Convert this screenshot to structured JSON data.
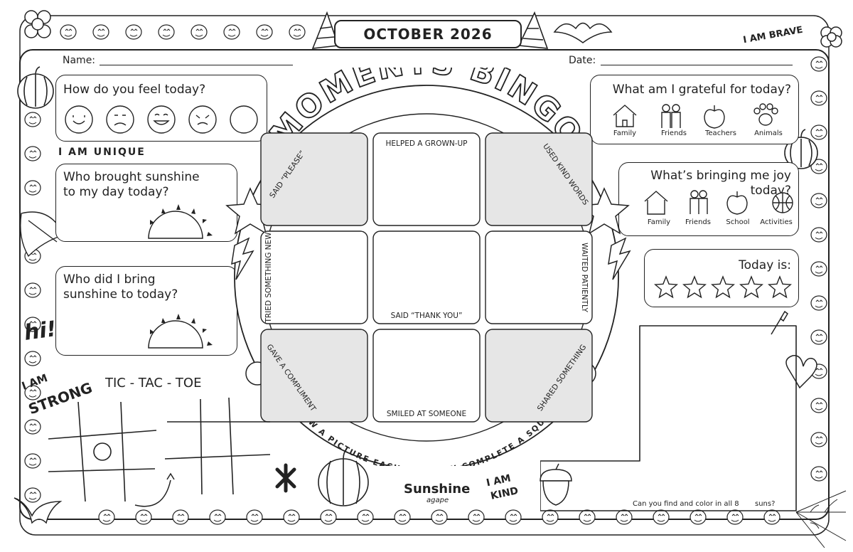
{
  "header": {
    "title": "OCTOBER 2026"
  },
  "form": {
    "name_label": "Name:",
    "date_label": "Date:"
  },
  "badges": {
    "brave": "I AM BRAVE",
    "unique": "I AM UNIQUE",
    "strong_1": "I AM",
    "strong_2": "STRONG",
    "hi": "hi!",
    "kind_1": "I AM",
    "kind_2": "KIND"
  },
  "feel": {
    "title": "How do you feel today?"
  },
  "sunshine_brought": {
    "title_1": "Who brought sunshine",
    "title_2": "to my day today?"
  },
  "sunshine_gave": {
    "title_1": "Who did I bring",
    "title_2": "sunshine to today?"
  },
  "grateful": {
    "title": "What am I grateful for today?",
    "items": [
      "Family",
      "Friends",
      "Teachers",
      "Animals"
    ]
  },
  "joy": {
    "title": "What’s bringing me joy today?",
    "items": [
      "Family",
      "Friends",
      "School",
      "Activities"
    ]
  },
  "today": {
    "title": "Today is:",
    "stars": 5
  },
  "bingo": {
    "title": "MOMENTS BINGO",
    "cells": [
      "SAID “PLEASE”",
      "HELPED A GROWN-UP",
      "USED KIND WORDS",
      "TRIED SOMETHING NEW",
      "SAID “THANK YOU”",
      "WAITED PATIENTLY",
      "GAVE A COMPLIMENT",
      "SMILED AT SOMEONE",
      "SHARED SOMETHING"
    ],
    "instruction": "DRAW A PICTURE EACH TIME YOU COMPLETE A SQUARE"
  },
  "tictactoe": {
    "title": "TIC - TAC - TOE"
  },
  "footer": {
    "sun_question_1": "Can you find and color in all 8",
    "sun_question_2": "suns?",
    "logo_1": "Sunshine",
    "logo_2": "agape"
  },
  "colors": {
    "ink": "#222222",
    "shade": "#e6e6e6",
    "paper": "#ffffff"
  }
}
